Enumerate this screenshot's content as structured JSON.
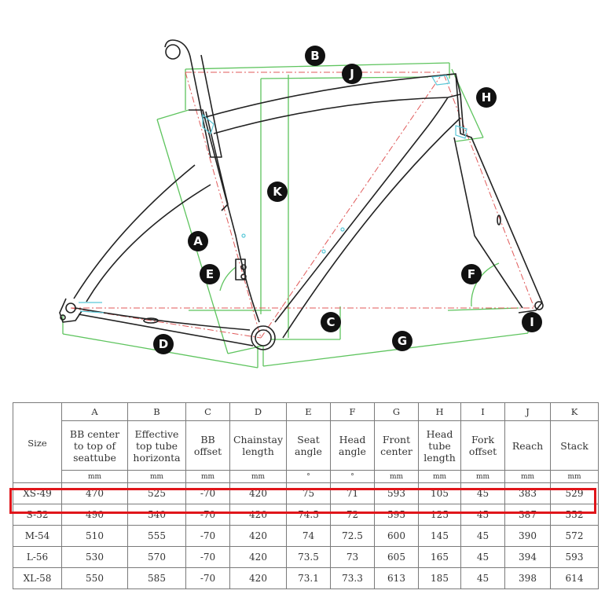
{
  "diagram": {
    "markers": [
      "A",
      "B",
      "C",
      "D",
      "E",
      "F",
      "G",
      "H",
      "I",
      "J",
      "K"
    ],
    "colors": {
      "frame": "#222222",
      "dimension": "#5ec45e",
      "centerline": "#e05a5a",
      "marker": "#111111",
      "highlight": "#e0161b"
    }
  },
  "table": {
    "size_header": "Size",
    "letters": [
      "A",
      "B",
      "C",
      "D",
      "E",
      "F",
      "G",
      "H",
      "I",
      "J",
      "K"
    ],
    "headers": [
      [
        "BB center",
        "to top of",
        "seattube"
      ],
      [
        "Effective",
        "top tube",
        "horizonta"
      ],
      [
        "BB",
        "offset"
      ],
      [
        "Chainstay",
        "length"
      ],
      [
        "Seat",
        "angle"
      ],
      [
        "Head",
        "angle"
      ],
      [
        "Front",
        "center"
      ],
      [
        "Head",
        "tube",
        "length"
      ],
      [
        "Fork",
        "offset"
      ],
      [
        "Reach"
      ],
      [
        "Stack"
      ]
    ],
    "units": [
      "mm",
      "mm",
      "mm",
      "mm",
      "°",
      "°",
      "mm",
      "mm",
      "mm",
      "mm",
      "mm"
    ],
    "rows": [
      {
        "size": "XS-49",
        "values": [
          "470",
          "525",
          "-70",
          "420",
          "75",
          "71",
          "593",
          "105",
          "45",
          "383",
          "529"
        ]
      },
      {
        "size": "S-52",
        "values": [
          "490",
          "540",
          "-70",
          "420",
          "74.5",
          "72",
          "595",
          "125",
          "45",
          "387",
          "552"
        ]
      },
      {
        "size": "M-54",
        "values": [
          "510",
          "555",
          "-70",
          "420",
          "74",
          "72.5",
          "600",
          "145",
          "45",
          "390",
          "572"
        ]
      },
      {
        "size": "L-56",
        "values": [
          "530",
          "570",
          "-70",
          "420",
          "73.5",
          "73",
          "605",
          "165",
          "45",
          "394",
          "593"
        ]
      },
      {
        "size": "XL-58",
        "values": [
          "550",
          "585",
          "-70",
          "420",
          "73.1",
          "73.3",
          "613",
          "185",
          "45",
          "398",
          "614"
        ]
      }
    ],
    "highlighted_size": "S-52"
  }
}
